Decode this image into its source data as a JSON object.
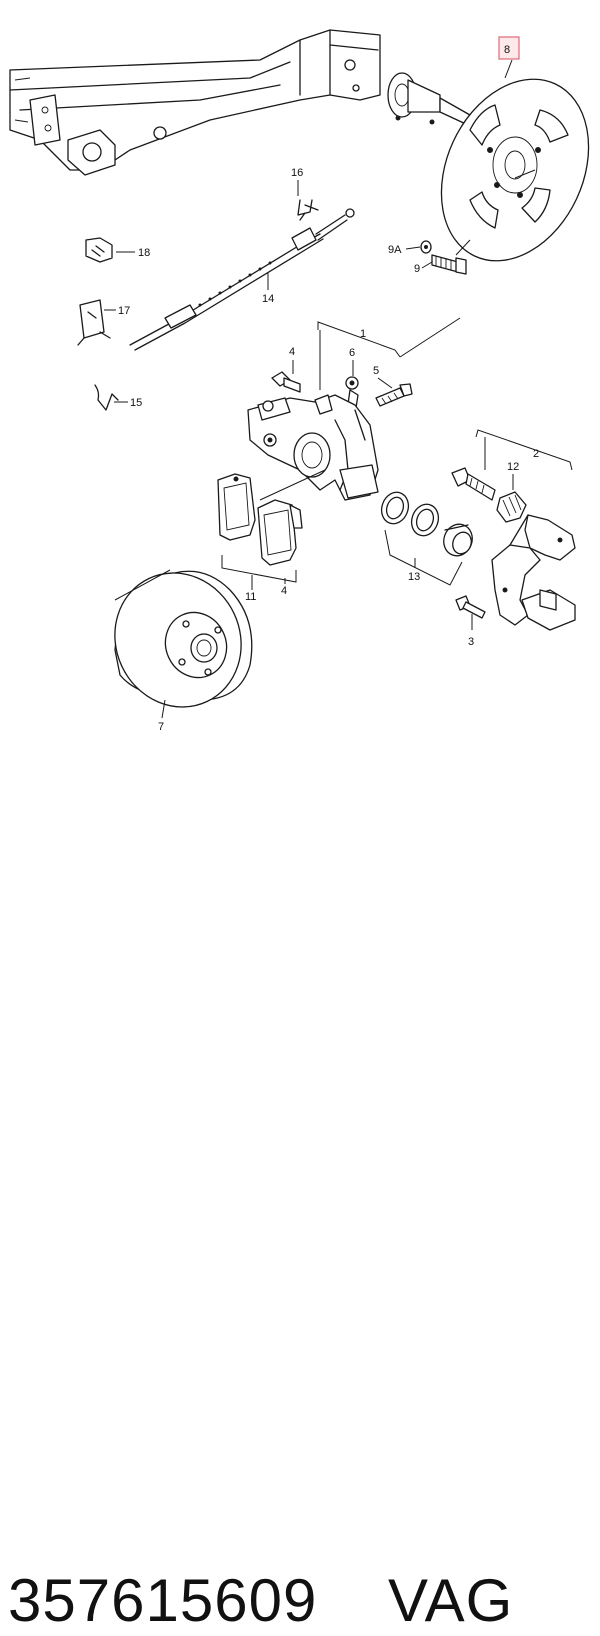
{
  "labels": {
    "l8": "8",
    "l16": "16",
    "l18": "18",
    "l9a": "9A",
    "l9": "9",
    "l17": "17",
    "l14": "14",
    "l1": "1",
    "l4a": "4",
    "l6": "6",
    "l5": "5",
    "l15": "15",
    "l2": "2",
    "l12": "12",
    "l11": "11",
    "l4b": "4",
    "l13": "13",
    "l3": "3",
    "l7": "7"
  },
  "footer": {
    "part_number": "357615609",
    "brand": "VAG"
  },
  "colors": {
    "highlight_fill": "#fde8ea",
    "highlight_stroke": "#e06a78",
    "ink": "#1a1a1a"
  }
}
